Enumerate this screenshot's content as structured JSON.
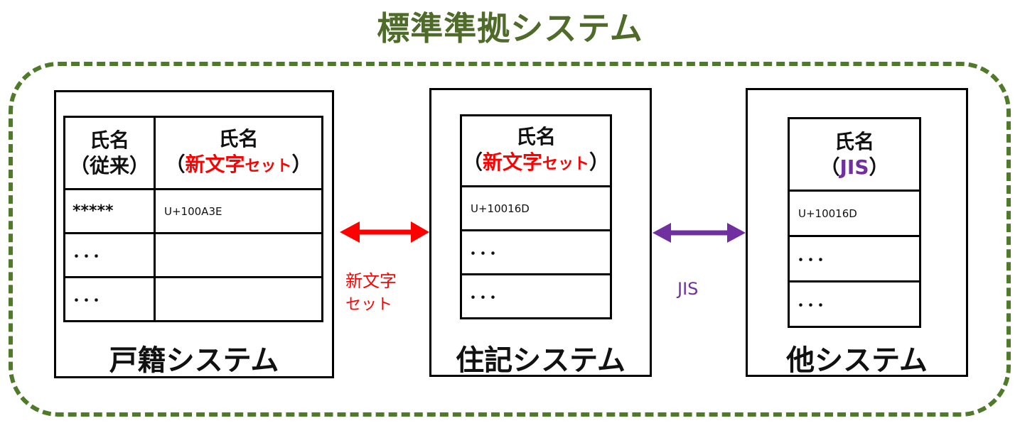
{
  "title": "標準準拠システム",
  "systems": {
    "koseki": {
      "label": "戸籍システム",
      "col1_header": {
        "line1": "氏名",
        "line2": "（従来）"
      },
      "col2_header": {
        "line1": "氏名",
        "open": "（",
        "charset": "新文字",
        "charset_small": "セット",
        "close": "）"
      },
      "rows": [
        {
          "c1": "*****",
          "c2": "U+100A3E"
        },
        {
          "c1": "･･･",
          "c2": ""
        },
        {
          "c1": "･･･",
          "c2": ""
        }
      ]
    },
    "juki": {
      "label": "住記システム",
      "header": {
        "line1": "氏名",
        "open": "（",
        "charset": "新文字",
        "charset_small": "セット",
        "close": "）"
      },
      "rows": [
        "U+10016D",
        "･･･",
        "･･･"
      ]
    },
    "other": {
      "label": "他システム",
      "header": {
        "line1": "氏名",
        "open": "（",
        "charset": "JIS",
        "close": "）"
      },
      "rows": [
        "U+10016D",
        "･･･",
        "･･･"
      ]
    }
  },
  "links": {
    "left": {
      "line1": "新文字",
      "line2": "セット",
      "color": "#ff0000"
    },
    "right": {
      "label": "JIS",
      "color": "#7030a0"
    }
  },
  "colors": {
    "title": "#4e6b2a",
    "border": "#4f7a2a",
    "accent_red": "#ff0000",
    "accent_purple": "#7030a0"
  }
}
